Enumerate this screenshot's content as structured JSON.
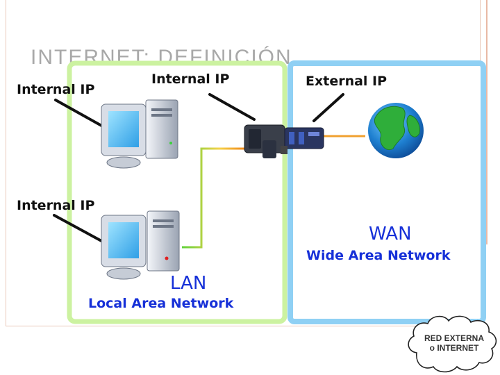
{
  "slide": {
    "title": "INTERNET: DEFINICIÓN"
  },
  "diagram": {
    "labels": {
      "internal_ip_pc1": "Internal IP",
      "internal_ip_router": "Internal IP",
      "external_ip": "External IP",
      "internal_ip_pc2": "Internal IP"
    },
    "lan": {
      "title": "LAN",
      "subtitle": "Local Area Network"
    },
    "wan": {
      "title": "WAN",
      "subtitle": "Wide Area Network"
    }
  },
  "cloud": {
    "line1": "RED EXTERNA",
    "line2": "o INTERNET"
  },
  "colors": {
    "lan_border": "#ccf2a0",
    "wan_border": "#8fd0f4",
    "label_blue": "#1630d8",
    "cable_orange": "#f08a1a",
    "cable_green": "#5fd23a"
  }
}
